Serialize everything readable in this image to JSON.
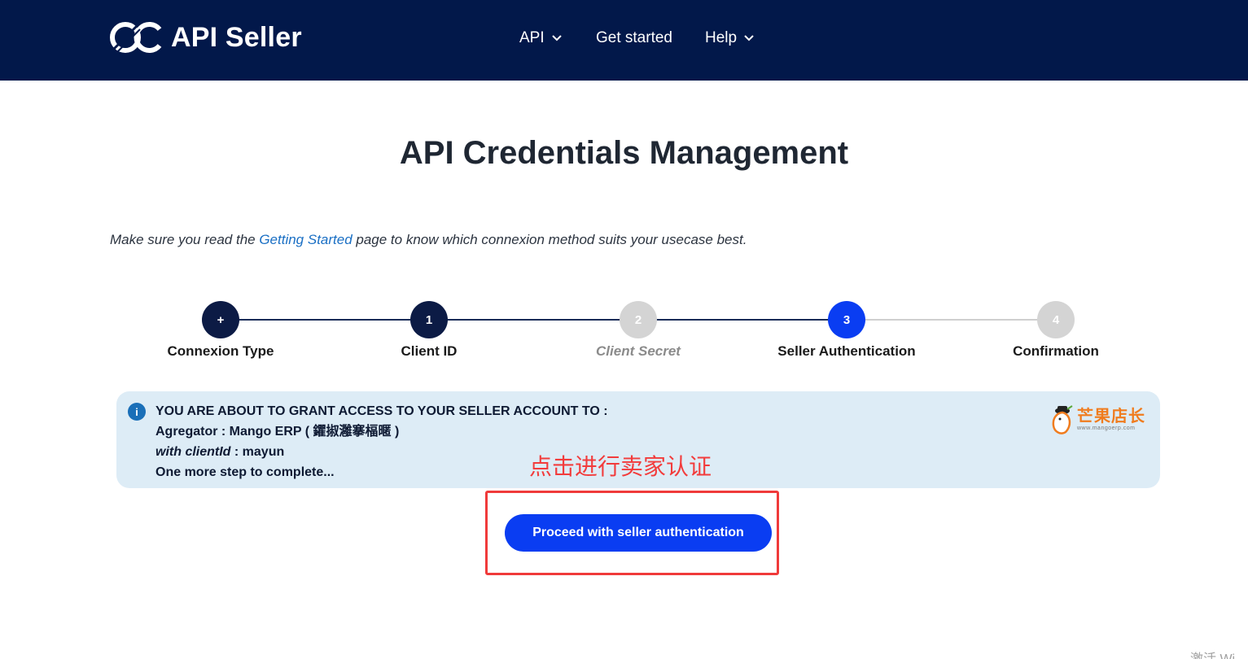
{
  "header": {
    "brand": "API Seller",
    "nav": [
      {
        "label": "API",
        "has_dropdown": true
      },
      {
        "label": "Get started",
        "has_dropdown": false
      },
      {
        "label": "Help",
        "has_dropdown": true
      }
    ]
  },
  "page_title": "API Credentials Management",
  "intro": {
    "before": "Make sure you read the ",
    "link": "Getting Started",
    "after": " page to know which connexion method suits your usecase best."
  },
  "stepper": {
    "steps": [
      {
        "marker": "+",
        "label": "Connexion Type",
        "state": "done"
      },
      {
        "marker": "1",
        "label": "Client ID",
        "state": "done"
      },
      {
        "marker": "2",
        "label": "Client Secret",
        "state": "skipped"
      },
      {
        "marker": "3",
        "label": "Seller Authentication",
        "state": "current"
      },
      {
        "marker": "4",
        "label": "Confirmation",
        "state": "upcoming"
      }
    ]
  },
  "info_panel": {
    "icon": "info-icon",
    "heading": "YOU ARE ABOUT TO GRANT ACCESS TO YOUR SELLER ACCOUNT TO :",
    "aggregator": "Agregator : Mango ERP ( 鑺掓灉搴楅暱 )",
    "client_label": "with clientId",
    "client_value": " : mayun",
    "footer": "One more step to complete...",
    "partner_logo_text": "芒果店长",
    "partner_logo_url": "www.mangoerp.com"
  },
  "annotation": {
    "text": "点击进行卖家认证",
    "color": "#f23c3c"
  },
  "proceed_button": "Proceed with seller authentication",
  "watermark": "激活 Wi",
  "colors": {
    "header_bg": "#02184a",
    "accent_blue": "#0a3df2",
    "step_dark": "#0c1b45",
    "step_grey": "#d4d4d4",
    "panel_bg": "#ddecf6",
    "link": "#1a6fc4"
  }
}
